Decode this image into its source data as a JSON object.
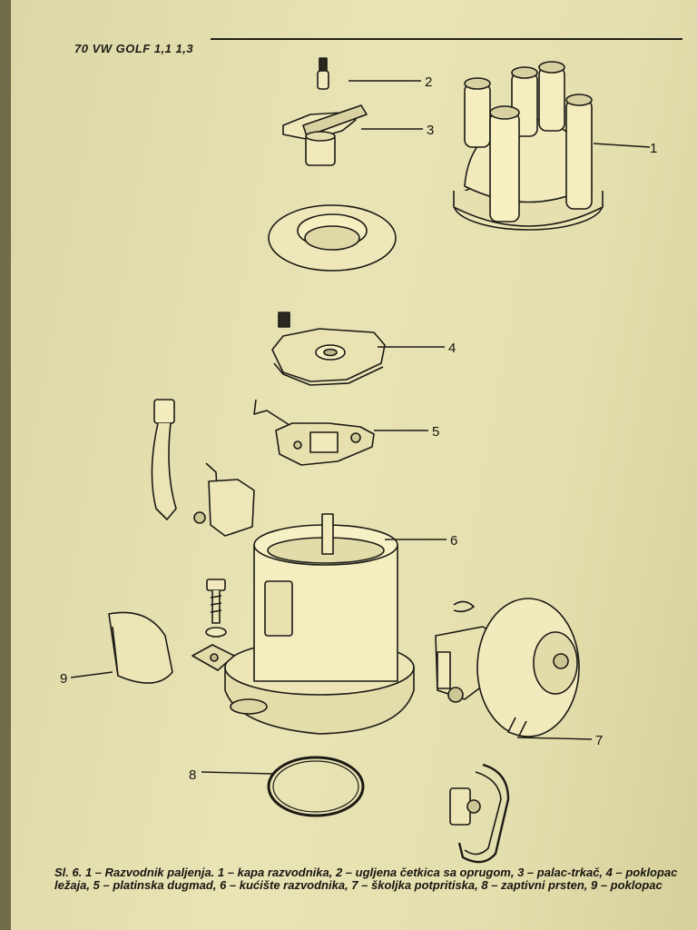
{
  "header": {
    "text": "70 VW GOLF 1,1 1,3"
  },
  "callouts": [
    "1",
    "2",
    "3",
    "4",
    "5",
    "6",
    "7",
    "8",
    "9"
  ],
  "caption": {
    "text": "Sl. 6. 1 – Razvodnik paljenja. 1 – kapa razvodnika, 2 – ugljena četkica sa oprugom, 3 – palac-trkač, 4 – poklopac ležaja, 5 – platinska dugmad, 6 – kućište razvodnika, 7 – školjka potpritiska, 8 – zaptivni prsten, 9 – poklopac"
  },
  "colors": {
    "paper": "#e6e1b1",
    "ink": "#1b1a14"
  }
}
